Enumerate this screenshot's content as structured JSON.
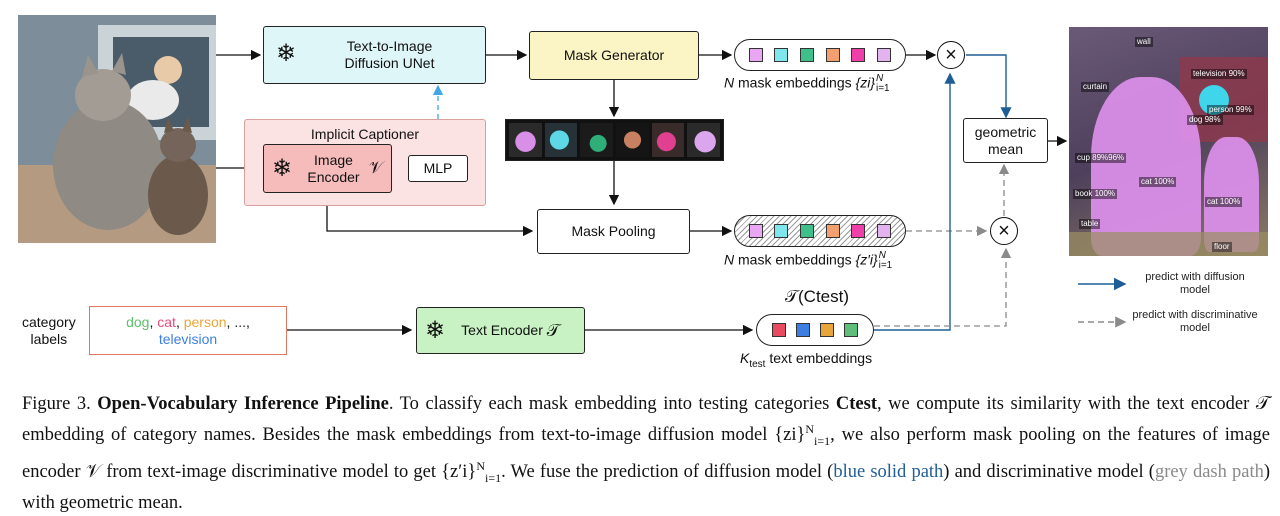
{
  "colors": {
    "blue_path": "#1f5d96",
    "grey_path": "#8a8a8a",
    "unet_fill": "#dff6f8",
    "mask_gen_fill": "#fbf4c4",
    "captioner_fill": "#fbe3e3",
    "text_encoder_fill": "#c9f2c4",
    "category_border": "#e07a5f"
  },
  "icons": {
    "frozen": "snowflake-icon",
    "multiply": "circled-times-icon"
  },
  "boxes": {
    "unet_line1": "Text-to-Image",
    "unet_line2": "Diffusion UNet",
    "mask_generator": "Mask Generator",
    "implicit_captioner": "Implicit Captioner",
    "image_encoder_line1": "Image",
    "image_encoder_line2": "Encoder",
    "image_encoder_symbol": "𝒱",
    "mlp": "MLP",
    "mask_pooling": "Mask Pooling",
    "geometric_mean_line1": "geometric",
    "geometric_mean_line2": "mean",
    "text_encoder": "Text Encoder",
    "text_encoder_symbol": "𝒯"
  },
  "embeddings": {
    "mask_embed_label": "mask embeddings",
    "mask_embed_prefix": "N",
    "mask_embed_set": "{zi}",
    "mask_embed_sup": "N",
    "mask_embed_sub": "i=1",
    "mask_embed2_set": "{z′i}",
    "text_embed_title": "𝒯(Ctest)",
    "text_embed_prefix": "K",
    "text_embed_prefix_sub": "test",
    "text_embed_label": "text embeddings",
    "mask_token_colors": [
      "#e9a6f2",
      "#7fe6ee",
      "#3fbf8a",
      "#f2a070",
      "#f03fa8",
      "#e3b3f0"
    ],
    "text_token_colors": [
      "#e84a5f",
      "#3d7fe0",
      "#e8a63a",
      "#5fbf7a"
    ]
  },
  "category": {
    "label_line1": "category",
    "label_line2": "labels",
    "items": [
      {
        "text": "dog",
        "color": "#5fbf6a"
      },
      {
        "text": "cat",
        "color": "#e84a7a"
      },
      {
        "text": "person",
        "color": "#e8a63a"
      },
      {
        "text": "...",
        "color": "#222222"
      },
      {
        "text": "television",
        "color": "#3d7fe0"
      }
    ]
  },
  "segmentation_labels": [
    "wall",
    "curtain",
    "television 90%",
    "person 99%",
    "dog 98%",
    "cup 89%96%",
    "cat 100%",
    "cat 100%",
    "book 100%",
    "table",
    "floor"
  ],
  "legend": {
    "blue": "predict with diffusion model",
    "grey": "predict with discriminative model"
  },
  "caption": {
    "prefix": "Figure 3.",
    "title": "Open-Vocabulary Inference Pipeline",
    "part1": ". To classify each mask embedding into testing categories ",
    "ctest": "Ctest",
    "part2": ", we compute its similarity with the text encoder 𝒯 embedding of category names. Besides the mask embeddings from text-to-image diffusion model {zi}",
    "part3": ", we also perform mask pooling on the features of image encoder 𝒱 from text-image discriminative model to get {z′i}",
    "part4": ". We fuse the prediction of diffusion model (",
    "blue_text": "blue solid path",
    "part5": ") and discriminative model (",
    "grey_text": "grey dash path",
    "part6": ") with geometric mean."
  }
}
